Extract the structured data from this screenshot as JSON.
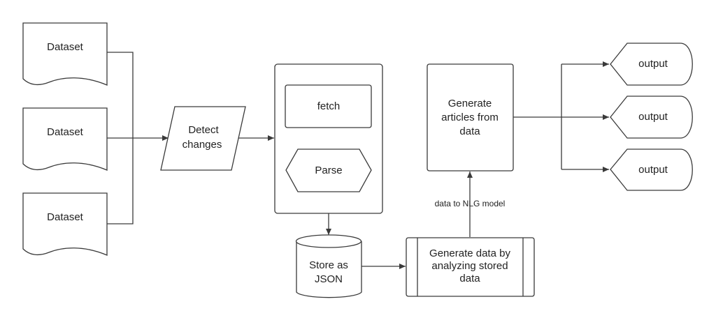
{
  "diagram": {
    "datasets": [
      "Dataset",
      "Dataset",
      "Dataset"
    ],
    "detect": [
      "Detect",
      "changes"
    ],
    "fetch": "fetch",
    "parse": "Parse",
    "store": [
      "Store as",
      "JSON"
    ],
    "generate_data": [
      "Generate  data by",
      "analyzing stored",
      "data"
    ],
    "edge_label": "data to NLG model",
    "generate_articles": [
      "Generate",
      "articles from",
      "data"
    ],
    "outputs": [
      "output",
      "output",
      "output"
    ]
  }
}
